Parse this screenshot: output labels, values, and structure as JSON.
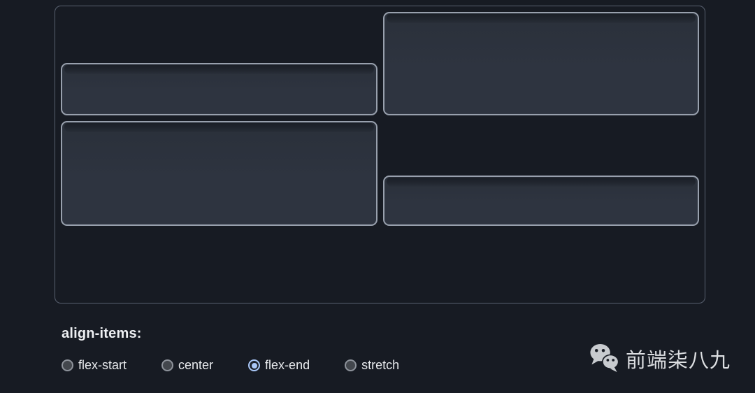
{
  "demo": {
    "name": "flexbox-align-items-demo",
    "container_items": [
      {
        "id": "item-1",
        "row": 1,
        "size": "short"
      },
      {
        "id": "item-2",
        "row": 1,
        "size": "tall"
      },
      {
        "id": "item-3",
        "row": 2,
        "size": "tall"
      },
      {
        "id": "item-4",
        "row": 2,
        "size": "short"
      }
    ]
  },
  "controls": {
    "label": "align-items:",
    "options": [
      {
        "label": "flex-start"
      },
      {
        "label": "center"
      },
      {
        "label": "flex-end"
      },
      {
        "label": "stretch"
      }
    ],
    "selected": "flex-end"
  },
  "brand": {
    "icon": "wechat-icon",
    "name": "前端柒八九"
  },
  "colors": {
    "background": "#171b23",
    "container_border": "#596170",
    "item_fill": "#2e3440",
    "item_border": "#98a0ad",
    "radio_accent": "#a9c7f7",
    "radio_idle_ring": "#8e939b",
    "text": "#e9ebee"
  }
}
